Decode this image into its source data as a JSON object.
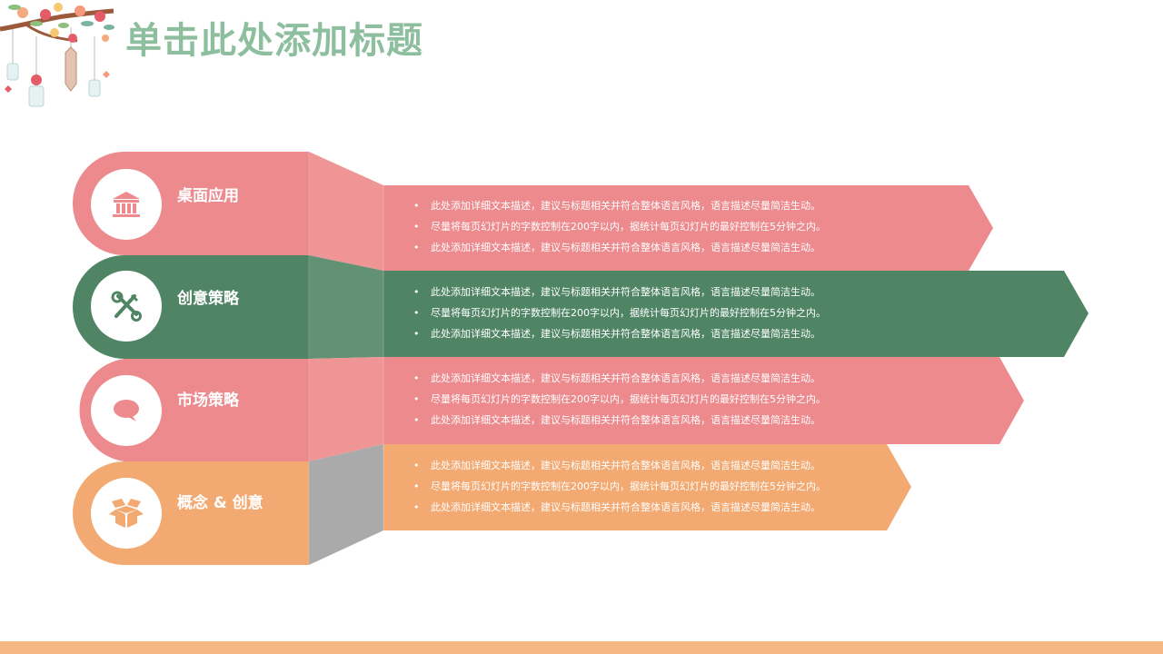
{
  "slide": {
    "title": "单击此处添加标题",
    "colors": {
      "pink": "#ec8a8d",
      "pink_fold": "#f09596",
      "green": "#4f8564",
      "green_fold": "#629174",
      "orange": "#f3aa72",
      "gray_fold": "#aaaaaa",
      "title": "#8dbf9f",
      "footer": "#f4b783"
    },
    "decoration": "flower-branch-icon",
    "items": [
      {
        "label": "桌面应用",
        "icon": "bank-icon",
        "bullet": "•",
        "lines": [
          "此处添加详细文本描述，建议与标题相关并符合整体语言风格，语言描述尽量简洁生动。",
          "尽量将每页幻灯片的字数控制在200字以内，据统计每页幻灯片的最好控制在5分钟之内。",
          "此处添加详细文本描述，建议与标题相关并符合整体语言风格，语言描述尽量简洁生动。"
        ]
      },
      {
        "label": "创意策略",
        "icon": "tools-icon",
        "bullet": "•",
        "lines": [
          "此处添加详细文本描述，建议与标题相关并符合整体语言风格，语言描述尽量简洁生动。",
          "尽量将每页幻灯片的字数控制在200字以内，据统计每页幻灯片的最好控制在5分钟之内。",
          "此处添加详细文本描述，建议与标题相关并符合整体语言风格，语言描述尽量简洁生动。"
        ]
      },
      {
        "label": "市场策略",
        "icon": "chat-bubble-icon",
        "bullet": "•",
        "lines": [
          "此处添加详细文本描述，建议与标题相关并符合整体语言风格，语言描述尽量简洁生动。",
          "尽量将每页幻灯片的字数控制在200字以内，据统计每页幻灯片的最好控制在5分钟之内。",
          "此处添加详细文本描述，建议与标题相关并符合整体语言风格，语言描述尽量简洁生动。"
        ]
      },
      {
        "label": "概念 & 创意",
        "icon": "open-box-icon",
        "bullet": "•",
        "lines": [
          "此处添加详细文本描述，建议与标题相关并符合整体语言风格，语言描述尽量简洁生动。",
          "尽量将每页幻灯片的字数控制在200字以内，据统计每页幻灯片的最好控制在5分钟之内。",
          "此处添加详细文本描述，建议与标题相关并符合整体语言风格，语言描述尽量简洁生动。"
        ]
      }
    ]
  }
}
